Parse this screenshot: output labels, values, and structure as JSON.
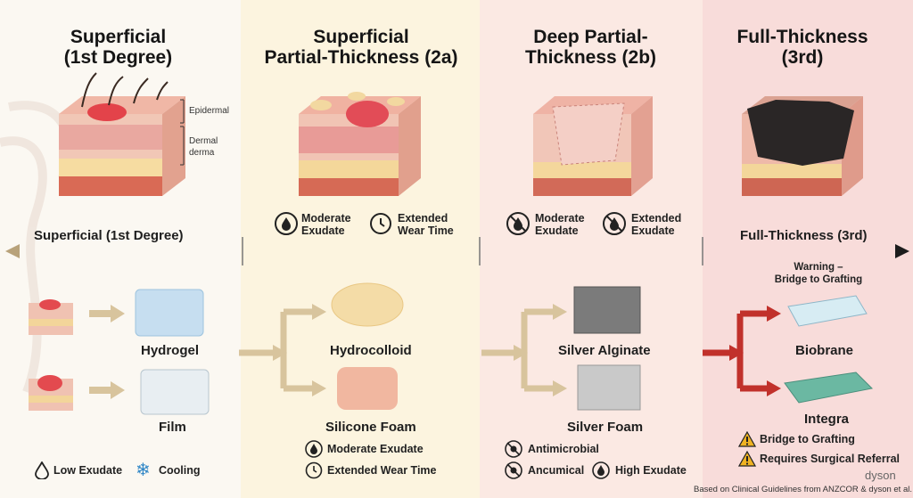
{
  "columns": [
    {
      "title_line1": "Superficial",
      "title_line2": "(1st Degree)"
    },
    {
      "title_line1": "Superficial",
      "title_line2": "Partial-Thickness (2a)"
    },
    {
      "title_line1": "Deep Partial-",
      "title_line2": "Thickness (2b)"
    },
    {
      "title_line1": "Full-Thickness",
      "title_line2": "(3rd)"
    }
  ],
  "skin_labels": {
    "epidermal": "Epidermal",
    "dermal": "Dermal",
    "derma": "derma"
  },
  "col2_features": [
    {
      "line1": "Moderate",
      "line2": "Exudate",
      "icon": "drop-icon"
    },
    {
      "line1": "Extended",
      "line2": "Wear Time",
      "icon": "clock-icon"
    }
  ],
  "col3_features": [
    {
      "line1": "Moderate",
      "line2": "Exudate",
      "icon": "no-drop-icon"
    },
    {
      "line1": "Extended",
      "line2": "Exudate",
      "icon": "no-drop-icon"
    }
  ],
  "scale": {
    "left_label": "Superficial (1st Degree)",
    "right_label": "Full-Thickness (3rd)"
  },
  "dressings": {
    "hydrogel": "Hydrogel",
    "film": "Film",
    "hydrocolloid": "Hydrocolloid",
    "silicone_foam": "Silicone Foam",
    "silver_alginate": "Silver Alginate",
    "silver_foam": "Silver Foam",
    "biobrane": "Biobrane",
    "integra": "Integra"
  },
  "warning": {
    "line1": "Warning –",
    "line2": "Bridge to Grafting"
  },
  "col1_footer": [
    {
      "text": "Low Exudate",
      "icon": "drop-icon"
    },
    {
      "text": "Cooling",
      "icon": "snowflake-icon"
    }
  ],
  "col2_footer": [
    {
      "text": "Moderate Exudate",
      "icon": "drop-icon"
    },
    {
      "text": "Extended Wear Time",
      "icon": "clock-icon"
    }
  ],
  "col3_footer": [
    {
      "text": "Antimicrobial",
      "icon": "antimicrobial-icon"
    },
    {
      "text": "Ancumical",
      "icon": "antimicrobial-icon"
    },
    {
      "text": "High Exudate",
      "icon": "drop-icon"
    }
  ],
  "col4_footer": [
    {
      "text": "Bridge to Grafting",
      "icon": "warning-icon"
    },
    {
      "text": "Requires Surgical Referral",
      "icon": "warning-icon"
    }
  ],
  "brand": "dyson",
  "source": "Based on Clinical Guidelines from ANZCOR & dyson et al.",
  "colors": {
    "band1": "#fbf8f2",
    "band2": "#fcf4df",
    "band3": "#fbe9e3",
    "band4": "#f8dcda",
    "arrow_tan": "#d8c49d",
    "arrow_red": "#c1312b"
  }
}
